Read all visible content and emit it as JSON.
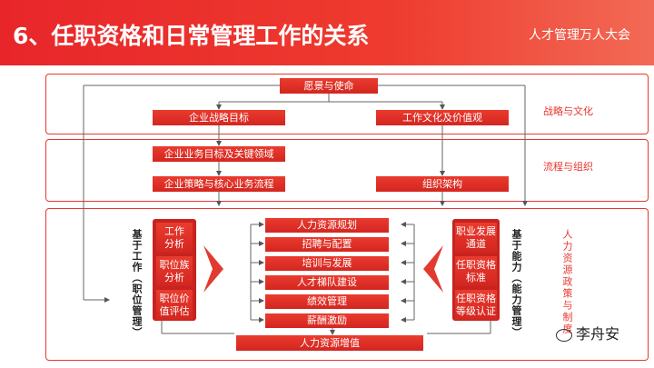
{
  "header": {
    "title": "6、任职资格和日常管理工作的关系",
    "brand": "人才管理万人大会"
  },
  "layers": {
    "strategy": "战略与文化",
    "process": "流程与组织",
    "hr_policy": "人力资源政策与制度"
  },
  "boxes": {
    "vision": "愿景与使命",
    "strategy_goal": "企业战略目标",
    "culture_values": "工作文化及价值观",
    "business_goal": "企业业务目标及关键领域",
    "core_process": "企业策略与核心业务流程",
    "org_structure": "组织架构",
    "hr_value": "人力资源增值"
  },
  "left_group": {
    "label": "基于工作（职位管理）",
    "items": [
      "工作\n分析",
      "职位族\n分析",
      "职位价\n值评估"
    ]
  },
  "right_group": {
    "label": "基于能力（能力管理）",
    "items": [
      "职业发展\n通道",
      "任职资格\n标准",
      "任职资格\n等级认证"
    ]
  },
  "hr_items": [
    "人力资源规划",
    "招聘与配置",
    "培训与发展",
    "人才梯队建设",
    "绩效管理",
    "薪酬激励"
  ],
  "watermark": "李舟安"
}
